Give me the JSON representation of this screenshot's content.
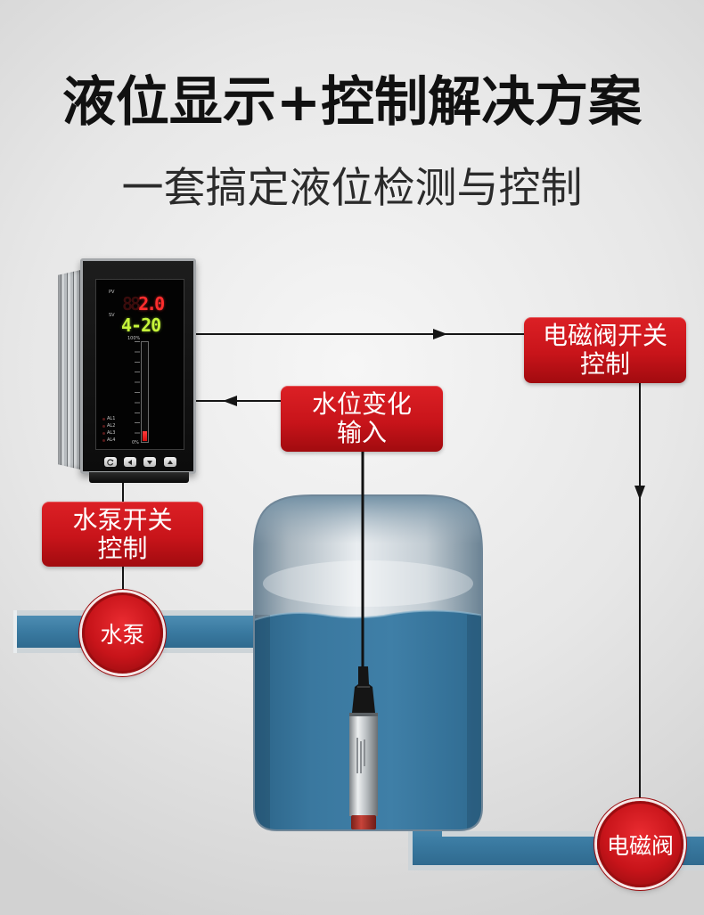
{
  "title": "液位显示+控制解决方案",
  "subtitle": "一套搞定液位检测与控制",
  "controller": {
    "pv_label": "PV",
    "pv_dim_digits": "88",
    "pv_value": "2.0",
    "sv_label": "SV",
    "sv_value": "4-20",
    "bar_top_label": "100%",
    "bar_bottom_label": "0%",
    "bar_level": 0.1,
    "alarm_labels": [
      "AL1",
      "AL2",
      "AL3",
      "AL4"
    ],
    "button_icons": [
      "cycle-icon",
      "left-arrow-icon",
      "down-arrow-icon",
      "up-arrow-icon"
    ]
  },
  "callouts": {
    "valve_control": [
      "电磁阀开关",
      "控制"
    ],
    "level_input": [
      "水位变化",
      "输入"
    ],
    "pump_control": [
      "水泵开关",
      "控制"
    ]
  },
  "devices": {
    "pump": "水泵",
    "valve": "电磁阀"
  },
  "colors": {
    "accent_red": "#c8141a",
    "pv_red": "#ff2d2d",
    "sv_green": "#c6f53a",
    "water_blue": "#3a7aa1"
  }
}
